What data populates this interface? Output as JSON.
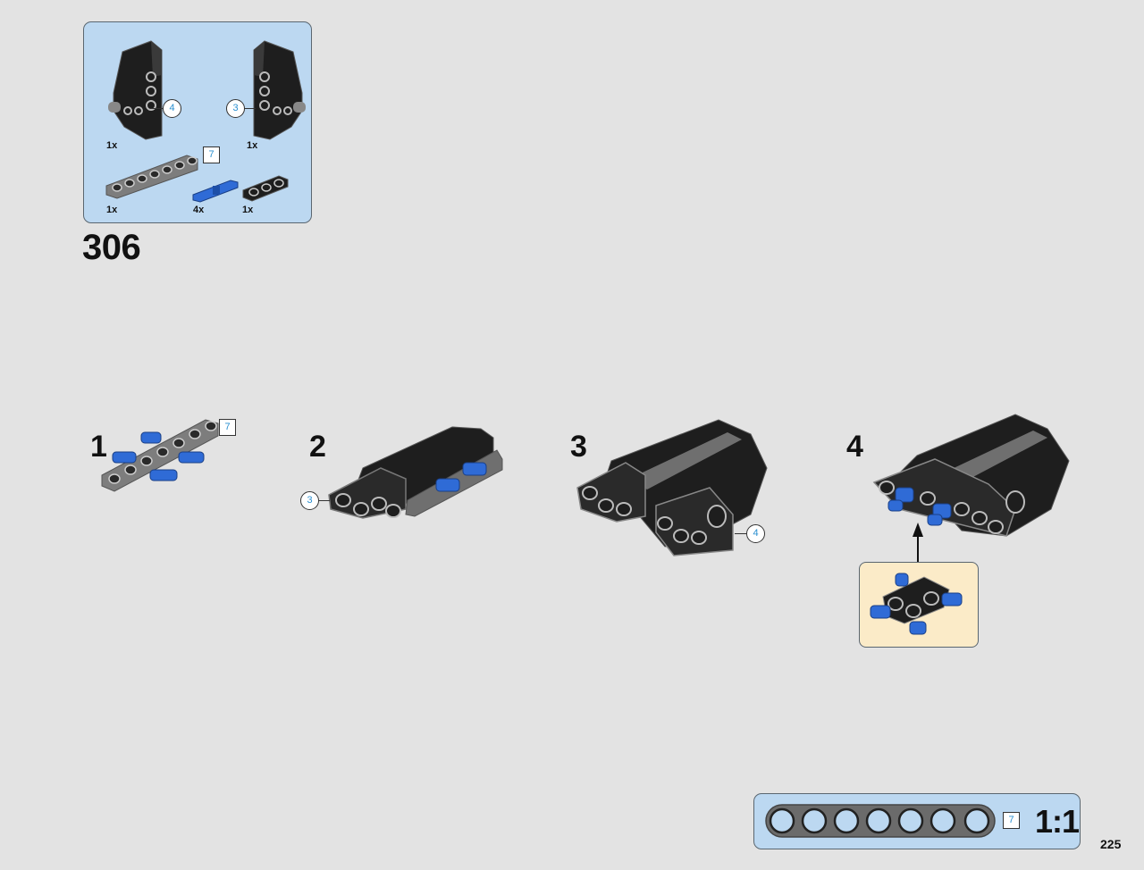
{
  "step": {
    "number": "306"
  },
  "parts_list": {
    "items": [
      {
        "name": "black-panel-left",
        "qty": "1x",
        "callout": "4"
      },
      {
        "name": "black-panel-right",
        "qty": "1x",
        "callout": "3"
      },
      {
        "name": "gray-beam-7",
        "qty": "1x",
        "length_label": "7"
      },
      {
        "name": "blue-axle-pin",
        "qty": "4x"
      },
      {
        "name": "black-beam-3",
        "qty": "1x"
      }
    ]
  },
  "substeps": [
    {
      "number": "1",
      "callout": "7"
    },
    {
      "number": "2",
      "callout": "3"
    },
    {
      "number": "3",
      "callout": "4"
    },
    {
      "number": "4"
    }
  ],
  "scale": {
    "length_label": "7",
    "ratio": "1:1"
  },
  "page_number": "225",
  "colors": {
    "parts_bg": "#bcd8f1",
    "subassembly_bg": "#fbebc8",
    "page_bg": "#e3e3e3",
    "pin_blue": "#2f6bd6",
    "beam_gray": "#7d7d7d",
    "panel_black": "#1e1e1e"
  }
}
